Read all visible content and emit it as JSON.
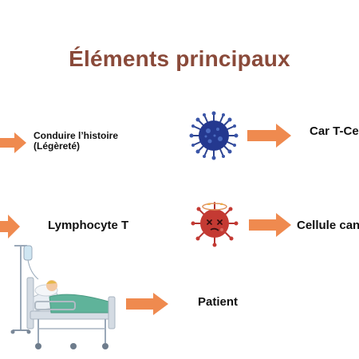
{
  "slide": {
    "title": "Éléments principaux",
    "rows": [
      {
        "left_label_line1": "Conduire l’histoire",
        "left_label_line2": "(Légèreté)",
        "right_label": "Car T-Ce"
      },
      {
        "left_label": "Lymphocyte T",
        "right_label": "Cellule can"
      },
      {
        "label": "Patient"
      }
    ]
  },
  "icons": [
    "arrow-icon",
    "virus-icon",
    "dizzy-virus-icon",
    "hospital-bed-icon"
  ],
  "colors": {
    "title": "#8a4a3a",
    "arrow": "#ef8a4f",
    "virus_blue": "#24388f",
    "virus_red": "#c43a33",
    "sheet": "#5fb39a"
  }
}
